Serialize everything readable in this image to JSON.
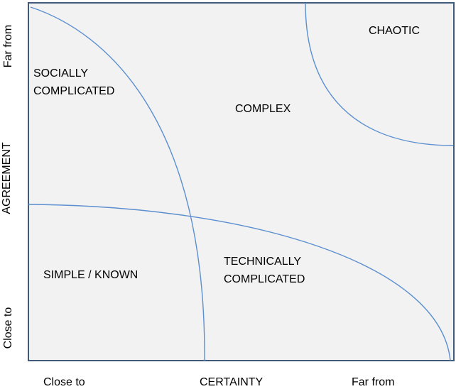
{
  "diagram": {
    "regions": {
      "socially_complicated_line1": "SOCIALLY",
      "socially_complicated_line2": "COMPLICATED",
      "complex": "COMPLEX",
      "chaotic": "CHAOTIC",
      "simple_known": "SIMPLE / KNOWN",
      "technically_complicated_line1": "TECHNICALLY",
      "technically_complicated_line2": "COMPLICATED"
    },
    "x_axis": {
      "label": "CERTAINTY",
      "low": "Close to",
      "high": "Far from"
    },
    "y_axis": {
      "label": "AGREEMENT",
      "low": "Close to",
      "high": "Far from"
    },
    "colors": {
      "plot_background": "#f2f2f2",
      "border": "#3f5a7a",
      "curves": "#5b8fd0",
      "text": "#000000"
    }
  }
}
